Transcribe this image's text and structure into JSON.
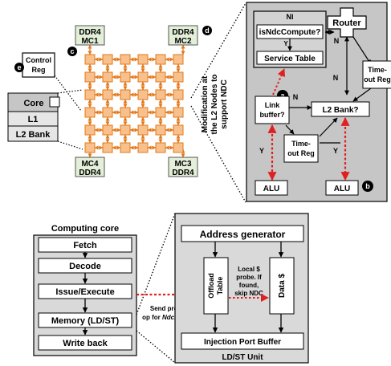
{
  "colors": {
    "grid_node": "#f7c08c",
    "grid_border": "#e27a1c",
    "mem_fill": "#e3efd8",
    "gray_panel": "#c6c6c6",
    "core_panel": "#d9d9d9",
    "arrow": "#000000",
    "dotted_red": "#e02020"
  },
  "top": {
    "mc": [
      {
        "ddr": "DDR4",
        "mc": "MC1"
      },
      {
        "ddr": "DDR4",
        "mc": "MC2"
      },
      {
        "ddr": "DDR4",
        "mc": "MC4"
      },
      {
        "ddr": "DDR4",
        "mc": "MC3"
      }
    ],
    "badges": {
      "a": "a",
      "b": "b",
      "c": "c",
      "d": "d",
      "e": "e"
    },
    "control_reg": [
      "Control",
      "Reg"
    ],
    "core_stack": {
      "core": "Core",
      "l1": "L1",
      "l2": "L2 Bank"
    },
    "side_caption": [
      "Modification at",
      "the  L2 Nodes to",
      "support NDC"
    ],
    "panel": {
      "ni_title": "NI",
      "is_ndc": "isNdcCompute?",
      "y_small": "Y",
      "service_table": "Service Table",
      "router": "Router",
      "n_router": "N",
      "timeout_right": [
        "Time-",
        "out Reg"
      ],
      "n_mid": "N",
      "link_buffer": [
        "Link",
        "buffer?"
      ],
      "n_link": "N",
      "l2_bank": "L2 Bank?",
      "timeout_bottom": [
        "Time-",
        "out Reg"
      ],
      "y_left": "Y",
      "y_right": "Y",
      "alu_left": "ALU",
      "alu_right": "ALU"
    }
  },
  "bottom": {
    "core_title": "Computing core",
    "stages": [
      "Fetch",
      "Decode",
      "Issue/Execute",
      "Memory (LD/ST)",
      "Write back"
    ],
    "send_text": [
      "Send pre-compute",
      "op for "
    ],
    "send_italic": "NdcPacket",
    "addr_gen": "Address generator",
    "offload_table": [
      "Offload",
      "Table"
    ],
    "data_cache": "Data $",
    "probe_text": [
      "Local $",
      "probe. If",
      "found,",
      "skip NDC"
    ],
    "injection": "Injection Port Buffer",
    "unit_title": "LD/ST Unit"
  }
}
